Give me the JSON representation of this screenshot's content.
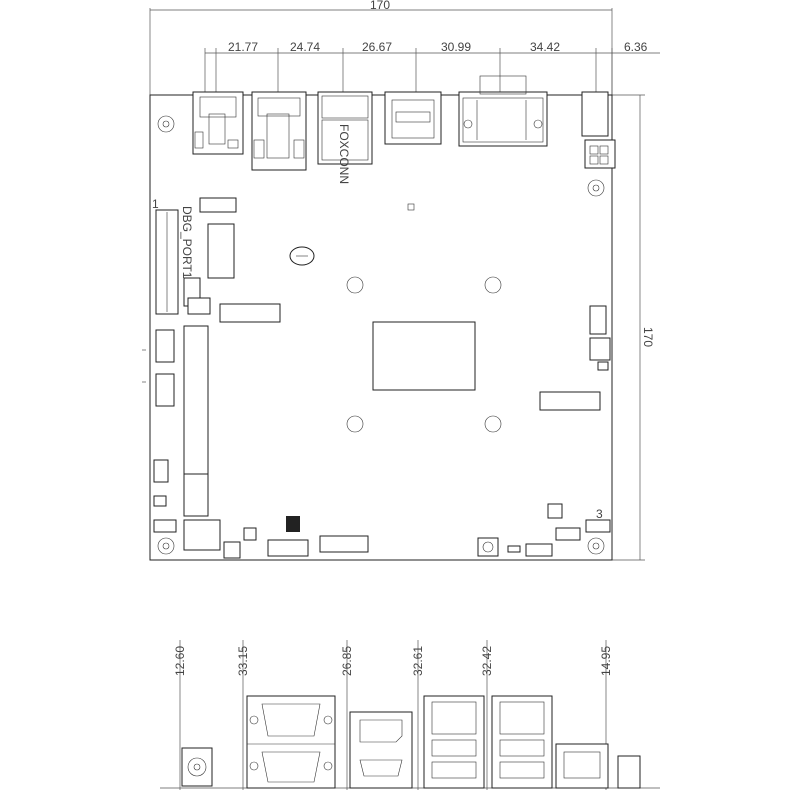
{
  "top_view": {
    "width_total": "170",
    "height_total": "170",
    "spacings": [
      "21.77",
      "24.74",
      "26.67",
      "30.99",
      "34.42",
      "6.36"
    ],
    "label_dbg": "DBG_PORT1",
    "label_pin1": "1",
    "label_fan3": "3",
    "connector_text": "FOXCONN"
  },
  "io_view": {
    "heights": [
      "12.60",
      "33.15",
      "26.85",
      "32.61",
      "32.42",
      "14.95"
    ]
  }
}
